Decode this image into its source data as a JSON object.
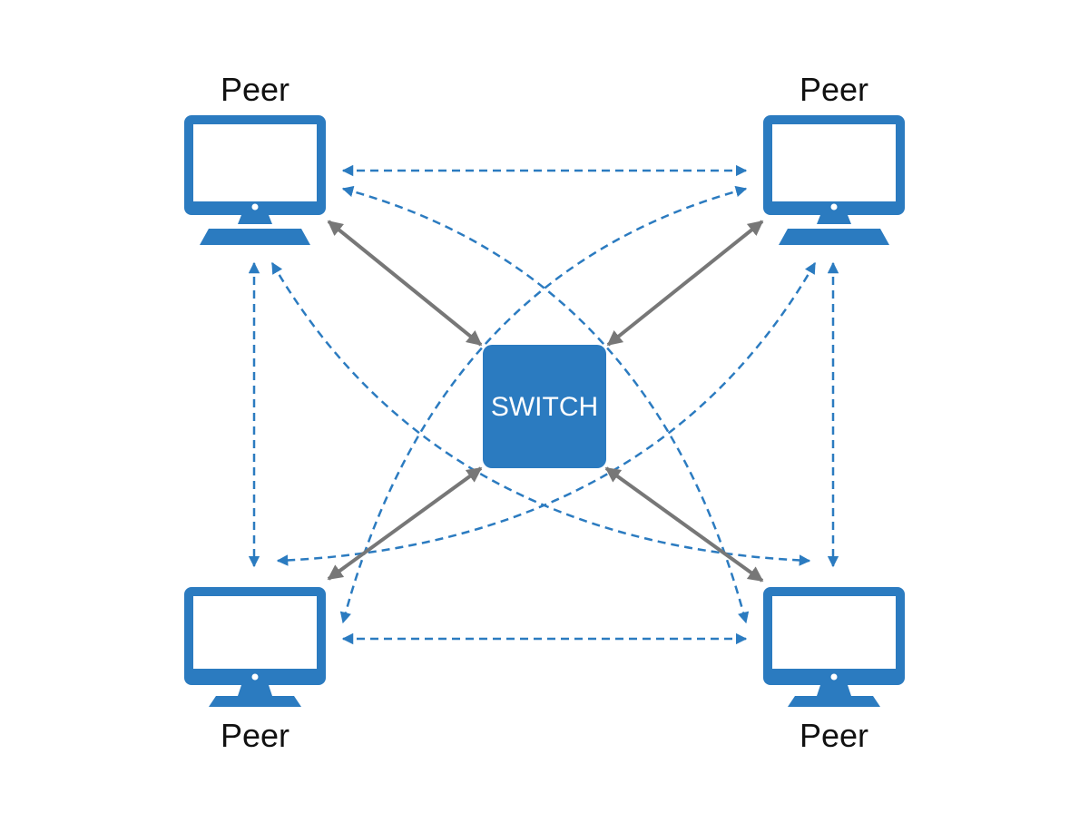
{
  "colors": {
    "node": "#2b7bc0",
    "dashed_link": "#2b7bc0",
    "switch_link": "#777777",
    "label": "#111111",
    "switch_text": "#ffffff"
  },
  "switch": {
    "label": "SWITCH"
  },
  "peers": [
    {
      "id": "top-left",
      "label": "Peer",
      "icon": "monitor-keyboard-icon"
    },
    {
      "id": "top-right",
      "label": "Peer",
      "icon": "monitor-keyboard-icon"
    },
    {
      "id": "bottom-left",
      "label": "Peer",
      "icon": "monitor-icon"
    },
    {
      "id": "bottom-right",
      "label": "Peer",
      "icon": "monitor-icon"
    }
  ],
  "links": [
    {
      "from": "top-left",
      "to": "switch",
      "style": "solid",
      "arrows": "both"
    },
    {
      "from": "top-right",
      "to": "switch",
      "style": "solid",
      "arrows": "both"
    },
    {
      "from": "bottom-left",
      "to": "switch",
      "style": "solid",
      "arrows": "both"
    },
    {
      "from": "bottom-right",
      "to": "switch",
      "style": "solid",
      "arrows": "both"
    },
    {
      "from": "top-left",
      "to": "top-right",
      "style": "dashed",
      "arrows": "both"
    },
    {
      "from": "bottom-left",
      "to": "bottom-right",
      "style": "dashed",
      "arrows": "both"
    },
    {
      "from": "top-left",
      "to": "bottom-left",
      "style": "dashed",
      "arrows": "both"
    },
    {
      "from": "top-right",
      "to": "bottom-right",
      "style": "dashed",
      "arrows": "both"
    },
    {
      "from": "top-left",
      "to": "bottom-right",
      "style": "dashed",
      "arrows": "both"
    },
    {
      "from": "top-right",
      "to": "bottom-left",
      "style": "dashed",
      "arrows": "both"
    }
  ]
}
